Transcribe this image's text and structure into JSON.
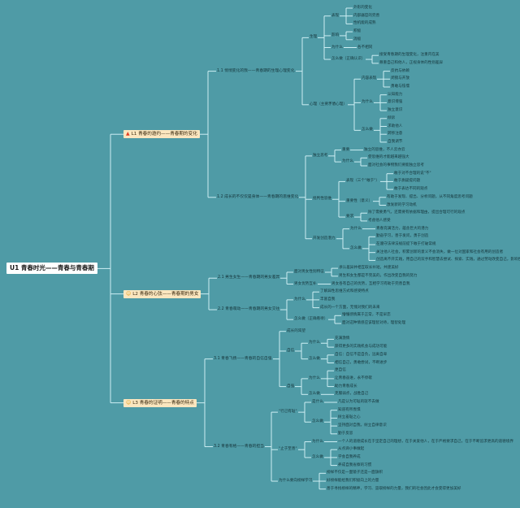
{
  "colors": {
    "background": "#4f9ba6",
    "line": "#cdeef3",
    "l1_fill": "#fbe6bf",
    "root_fill": "#ffffff"
  },
  "tree": {
    "label": "U1 青春时光——青春与青春期",
    "children": [
      {
        "label": "L1 青春的邀约——青春期的变化",
        "icon": "fire-icon",
        "children": [
          {
            "label": "1.1 悄悄变化的我——青春期的生理心理变化",
            "children": [
              {
                "label": "生理",
                "children": [
                  {
                    "label": "表现",
                    "children": [
                      {
                        "label": "外形的变化"
                      },
                      {
                        "label": "内部器官的完善"
                      },
                      {
                        "label": "性机能的成熟"
                      }
                    ]
                  },
                  {
                    "label": "影响",
                    "children": [
                      {
                        "label": "积极"
                      },
                      {
                        "label": "消极"
                      }
                    ]
                  },
                  {
                    "label": "为什么",
                    "children": [
                      {
                        "label": "各不相同"
                      }
                    ]
                  },
                  {
                    "label": "怎么做（正确认识）",
                    "children": [
                      {
                        "label": "接受青春期的生理变化，注重内在美"
                      },
                      {
                        "label": "尊重自己和他人，正视身体的性别差异"
                      }
                    ]
                  }
                ]
              },
              {
                "label": "心理（主要矛盾心理）",
                "children": [
                  {
                    "label": "内容表现",
                    "children": [
                      {
                        "label": "反抗与依赖"
                      },
                      {
                        "label": "闭锁与开放"
                      },
                      {
                        "label": "勇敢与怯懦"
                      }
                    ]
                  },
                  {
                    "label": "为什么",
                    "children": [
                      {
                        "label": "认知能力"
                      },
                      {
                        "label": "意识增强"
                      },
                      {
                        "label": "独立意识"
                      }
                    ]
                  },
                  {
                    "label": "怎么做",
                    "children": [
                      {
                        "label": "倾诉"
                      },
                      {
                        "label": "求助他人"
                      },
                      {
                        "label": "转移注意"
                      },
                      {
                        "label": "自我调节"
                      }
                    ]
                  }
                ]
              }
            ]
          },
          {
            "label": "1.2 成长的不仅仅是身体——青春期的思维变化",
            "children": [
              {
                "label": "独立思考",
                "children": [
                  {
                    "label": "重要",
                    "children": [
                      {
                        "label": "独立的思维，不人云亦云"
                      }
                    ]
                  },
                  {
                    "label": "为什么",
                    "children": [
                      {
                        "label": "使思维的才能越来越强大"
                      },
                      {
                        "label": "面对社会的事物我们要能独立思考"
                      }
                    ]
                  }
                ]
              },
              {
                "label": "批判性思维",
                "children": [
                  {
                    "label": "表现（三个\"敢于\"）",
                    "children": [
                      {
                        "label": "敢于对不合理的说\"不\""
                      },
                      {
                        "label": "敢于质疑提问题"
                      },
                      {
                        "label": "敢于表达不同的观点"
                      }
                    ]
                  },
                  {
                    "label": "重要性（意义）",
                    "children": [
                      {
                        "label": "有助于发现、提出、分析问题，从不同角度思考问题"
                      },
                      {
                        "label": "激发新的学习动机"
                      }
                    ]
                  },
                  {
                    "label": "要求",
                    "children": [
                      {
                        "label": "除了需要勇气，还需要有依据和理由，提出合理可行的观点"
                      },
                      {
                        "label": "考虑他人感受"
                      }
                    ]
                  }
                ]
              },
              {
                "label": "开发创造潜力",
                "children": [
                  {
                    "label": "为什么",
                    "children": [
                      {
                        "label": "青春充满活力，蕴含巨大的潜力"
                      }
                    ]
                  },
                  {
                    "label": "怎么做",
                    "children": [
                      {
                        "label": "勤奋学习，善于发问，勇于创造"
                      },
                      {
                        "label": "在遵守法律法规前提下敢于打破常规"
                      },
                      {
                        "label": "关注他人社会，积累创新的意义不会消失，做一位对国家和社会有用的创造者"
                      },
                      {
                        "label": "创造离不开实践，用自己的双手和智慧去尝试、探索、实践，通过劳动改变自己，影响世界"
                      }
                    ]
                  }
                ]
              }
            ]
          }
        ]
      },
      {
        "label": "L2 青春的心弦——青春期的男女",
        "icon": "smile-icon",
        "children": [
          {
            "label": "2.1 男生女生——青春期的男女差异",
            "children": [
              {
                "label": "面对男女性别特征",
                "children": [
                  {
                    "label": "承认差异并相互取长补短，共建美好"
                  },
                  {
                    "label": "男生和女生都是不完美的，作出改变自我的努力"
                  }
                ]
              },
              {
                "label": "男女优势互补",
                "children": [
                  {
                    "label": "男女各有自己的优势，互相学习有助于完善自我"
                  }
                ]
              }
            ]
          },
          {
            "label": "2.2 青春萌动——青春期的男女交往",
            "children": [
              {
                "label": "为什么",
                "children": [
                  {
                    "label": "了解异性思维方式和感受特点"
                  },
                  {
                    "label": "丰富自我"
                  },
                  {
                    "label": "成长的一个方面，无愧对我们的未来"
                  }
                ]
              },
              {
                "label": "怎么做（正确看待）",
                "children": [
                  {
                    "label": "懵懂感情属于正常，不是早恋"
                  },
                  {
                    "label": "面对这种情感应该理智对待，理智处理"
                  }
                ]
              }
            ]
          }
        ]
      },
      {
        "label": "L3 青春的证明——青春的特点",
        "icon": "smile-icon",
        "children": [
          {
            "label": "3.1 青春飞扬——青春的自信自强",
            "children": [
              {
                "label": "成长的渴望"
              },
              {
                "label": "自信",
                "children": [
                  {
                    "label": "为什么",
                    "children": [
                      {
                        "label": "充满激情"
                      },
                      {
                        "label": "获得更多的实践机会与成功可能"
                      }
                    ]
                  },
                  {
                    "label": "怎么做",
                    "children": [
                      {
                        "label": "自信：自信不是自负，远离自卑"
                      },
                      {
                        "label": "相信自己，勇敢尝试，不断进步"
                      }
                    ]
                  }
                ]
              },
              {
                "label": "自强",
                "children": [
                  {
                    "label": "为什么",
                    "children": [
                      {
                        "label": "更自信"
                      },
                      {
                        "label": "让青春奋进，永不停歇"
                      },
                      {
                        "label": "助力青春成长"
                      }
                    ]
                  },
                  {
                    "label": "怎么做",
                    "children": [
                      {
                        "label": "克服弱点，战胜自己"
                      }
                    ]
                  }
                ]
              }
            ]
          },
          {
            "label": "3.2 青春有格——青春的担当",
            "children": [
              {
                "label": "\"行己有耻\"",
                "children": [
                  {
                    "label": "是什么",
                    "children": [
                      {
                        "label": "凡是认为可耻的就不去做"
                      }
                    ]
                  },
                  {
                    "label": "怎么做",
                    "children": [
                      {
                        "label": "知道有所畏惧"
                      },
                      {
                        "label": "树立羞耻之心"
                      },
                      {
                        "label": "坚持面对自我，树立自律意识"
                      },
                      {
                        "label": "勤于反思"
                      }
                    ]
                  }
                ]
              },
              {
                "label": "\"止于至善\"",
                "children": [
                  {
                    "label": "为什么",
                    "children": [
                      {
                        "label": "一个人的道德成长在于坚定自己的理想，在于关爱他人，在于严格要求自己，在于不断追求更高的道德境界"
                      }
                    ]
                  },
                  {
                    "label": "怎么做",
                    "children": [
                      {
                        "label": "从点滴小事做起"
                      },
                      {
                        "label": "学会自我养成"
                      },
                      {
                        "label": "养成自我省察的习惯"
                      }
                    ]
                  }
                ]
              },
              {
                "label": "为什么要向榜样学习",
                "children": [
                  {
                    "label": "榜样不仅是一面镜子还是一面旗帜"
                  },
                  {
                    "label": "好榜样能给我们积极向上的力量"
                  },
                  {
                    "label": "善于寻找榜样的精神，学习、汲取榜样的力量，我们的社会因此才会变得更加美好"
                  }
                ]
              }
            ]
          }
        ]
      }
    ]
  }
}
